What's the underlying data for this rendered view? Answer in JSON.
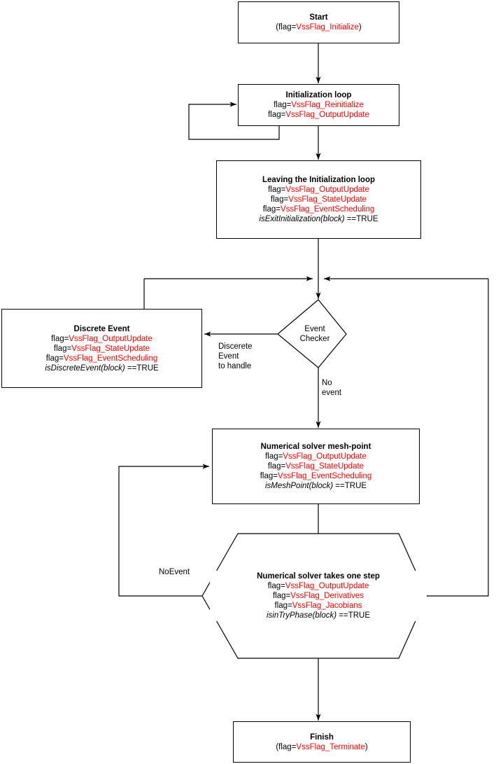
{
  "diagram": {
    "title_colors": {
      "flag_red": "#ff0000",
      "text_black": "#000000",
      "stroke": "#000000",
      "background": "#ffffff"
    }
  },
  "nodes": {
    "start": {
      "title": "Start",
      "line1_pre": "(flag=",
      "line1_flag": "VssFlag_Initialize",
      "line1_post": ")"
    },
    "init_loop": {
      "title": "Initialization loop",
      "line1_pre": "flag=",
      "line1_flag": "VssFlag_Reinitialize",
      "line2_pre": "flag=",
      "line2_flag": "VssFlag_OutputUpdate"
    },
    "leaving_init": {
      "title": "Leaving the Initialization loop",
      "line1_pre": "flag=",
      "line1_flag": "VssFlag_OutputUpdate",
      "line2_pre": "flag=",
      "line2_flag": "VssFlag_StateUpdate",
      "line3_pre": "flag=",
      "line3_flag": "VssFlag_EventScheduling",
      "cond_fn": "isExitInitialization(block)",
      "cond_tail": " ==TRUE"
    },
    "event_checker": {
      "label_line1": "Event",
      "label_line2": "Checker"
    },
    "discrete_event": {
      "title": "Discrete Event",
      "line1_pre": "flag=",
      "line1_flag": "VssFlag_OutputUpdate",
      "line2_pre": "flag=",
      "line2_flag": "VssFlag_StateUpdate",
      "line3_pre": "flag=",
      "line3_flag": "VssFlag_EventScheduling",
      "cond_fn": "isDiscreteEvent(block)",
      "cond_tail": " ==TRUE"
    },
    "mesh_point": {
      "title": "Numerical solver mesh-point",
      "line1_pre": "flag=",
      "line1_flag": "VssFlag_OutputUpdate",
      "line2_pre": "flag=",
      "line2_flag": "VssFlag_StateUpdate",
      "line3_pre": "flag=",
      "line3_flag": "VssFlag_EventScheduling",
      "cond_fn": "isMeshPoint(block)",
      "cond_tail": " ==TRUE"
    },
    "one_step": {
      "title": "Numerical solver takes one step",
      "line1_pre": "flag=",
      "line1_flag": "VssFlag_OutputUpdate",
      "line2_pre": "flag=",
      "line2_flag": "VssFlag_Derivatives",
      "line3_pre": "flag=",
      "line3_flag": "VssFlag_Jacobians",
      "cond_fn": "isinTryPhase(block)",
      "cond_tail": " ==TRUE"
    },
    "finish": {
      "title": "Finish",
      "line1_pre": "(flag=",
      "line1_flag": "VssFlag_Terminate",
      "line1_post": ")"
    }
  },
  "edge_labels": {
    "discrete_event_to_handle": "Discerete\nEvent\nto handle",
    "no_event": "No\nevent",
    "no_event_loop": "NoEvent"
  }
}
